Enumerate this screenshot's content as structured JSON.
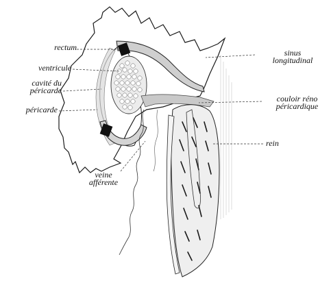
{
  "figure": {
    "labels": {
      "rectum": "rectum",
      "ventricule": "ventricule",
      "cavite_line1": "cavité du",
      "cavite_line2": "péricarde",
      "pericarde": "péricarde",
      "veine_line1": "veine",
      "veine_line2": "afférente",
      "sinus_line1": "sinus",
      "sinus_line2": "longitudinal",
      "couloir_line1": "couloir réno",
      "couloir_line2": "péricardique",
      "rein": "rein"
    }
  }
}
